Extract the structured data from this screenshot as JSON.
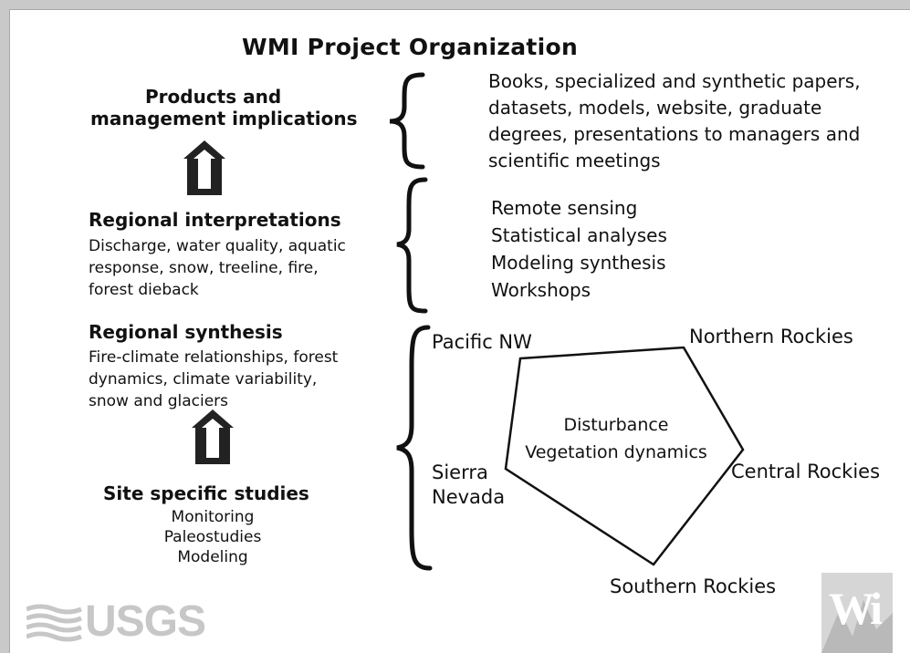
{
  "title": "WMI Project Organization",
  "levels": {
    "products": {
      "heading_line1": "Products and",
      "heading_line2": "management implications",
      "description": [
        "Books, specialized and synthetic papers,",
        "datasets, models, website, graduate",
        "degrees, presentations to managers and",
        "scientific meetings"
      ]
    },
    "interpretations": {
      "heading": "Regional interpretations",
      "details": [
        "Discharge, water quality, aquatic",
        "response, snow, treeline, fire,",
        "forest dieback"
      ],
      "methods": [
        "Remote sensing",
        "Statistical analyses",
        "Modeling synthesis",
        "Workshops"
      ]
    },
    "synthesis": {
      "heading": "Regional synthesis",
      "details": [
        "Fire-climate relationships, forest",
        "dynamics, climate variability,",
        "snow and glaciers"
      ]
    },
    "site": {
      "heading": "Site specific studies",
      "details": [
        "Monitoring",
        "Paleostudies",
        "Modeling"
      ]
    }
  },
  "pentagon": {
    "center_line1": "Disturbance",
    "center_line2": "Vegetation dynamics",
    "regions": {
      "pacific_nw": "Pacific NW",
      "northern_rockies": "Northern Rockies",
      "central_rockies": "Central  Rockies",
      "southern_rockies": "Southern Rockies",
      "sierra_line1": "Sierra",
      "sierra_line2": "Nevada"
    }
  },
  "logos": {
    "usgs": "USGS",
    "wmi": "Wi"
  }
}
